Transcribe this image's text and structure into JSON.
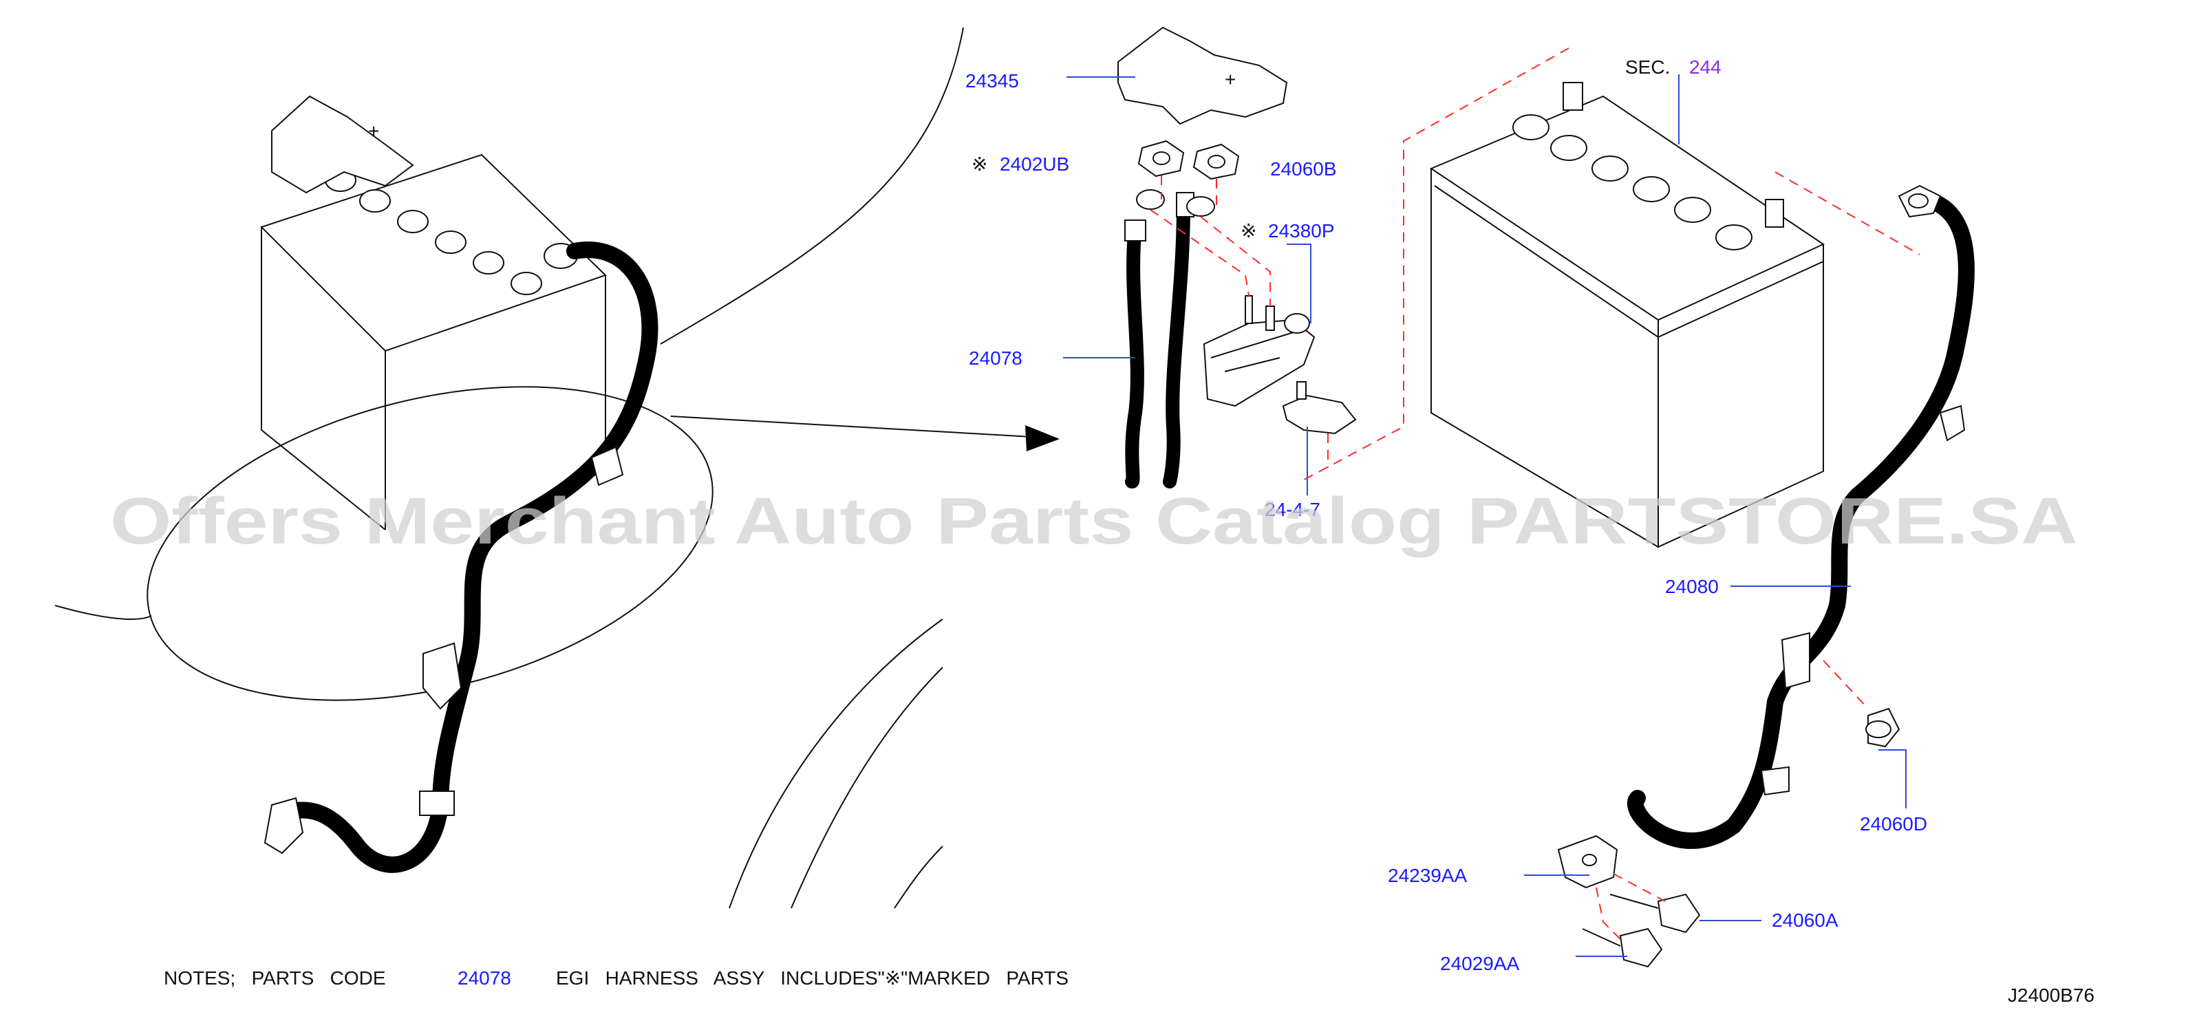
{
  "parts": {
    "p24345": "24345",
    "p2402ub": "2402UB",
    "p24060b": "24060B",
    "p24380p": "24380P",
    "p24078": "24078",
    "p24340_partial": "24-4-7",
    "p24080": "24080",
    "p24060d": "24060D",
    "p24239aa": "24239AA",
    "p24060a": "24060A",
    "p24029aa": "24029AA"
  },
  "marks": {
    "asterisk_2402ub": "※",
    "asterisk_24380p": "※"
  },
  "section_ref": {
    "label": "SEC.",
    "number": "244"
  },
  "notes": {
    "prefix": "NOTES;   PARTS   CODE",
    "code": "24078",
    "suffix": "EGI   HARNESS   ASSY   INCLUDES\"※\"MARKED   PARTS"
  },
  "diagram_id": "J2400B76",
  "watermark": "Offers Merchant Auto Parts Catalog PARTSTORE.SA",
  "colors": {
    "part_number": "#1a1aff",
    "section_number": "#8a2be2",
    "phantom_line": "#ff2a2a",
    "leader_line": "#2a4ecc"
  }
}
